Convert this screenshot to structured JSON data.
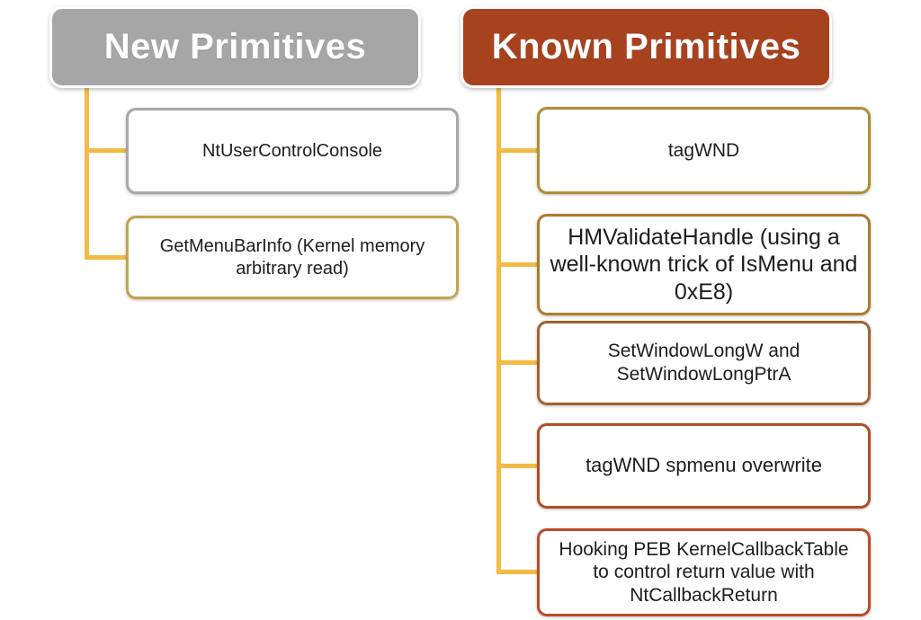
{
  "diagram": {
    "left_tree": {
      "title": "New Primitives",
      "children": [
        {
          "label": "NtUserControlConsole"
        },
        {
          "label": "GetMenuBarInfo (Kernel memory arbitrary read)"
        }
      ]
    },
    "right_tree": {
      "title": "Known Primitives",
      "children": [
        {
          "label": "tagWND"
        },
        {
          "label": "HMValidateHandle (using a well-known trick of IsMenu and 0xE8)"
        },
        {
          "label": "SetWindowLongW and SetWindowLongPtrA"
        },
        {
          "label": "tagWND spmenu overwrite"
        },
        {
          "label": "Hooking PEB KernelCallbackTable to control return value with NtCallbackReturn"
        }
      ]
    }
  },
  "colors": {
    "header_gray": "#a6a6a6",
    "header_red": "#a7421f",
    "connector": "#f2bb45",
    "box_fill": "#ffffff",
    "text_dark": "#1d1d1d",
    "border_gray": "#a8a8a8",
    "border_gold_light": "#c3a44d",
    "border_gold": "#b08f33",
    "border_bronze": "#a97e2c",
    "border_brown_orange": "#a4622d",
    "border_orange_red": "#ae4e28",
    "border_red_orange": "#ba4b27"
  }
}
